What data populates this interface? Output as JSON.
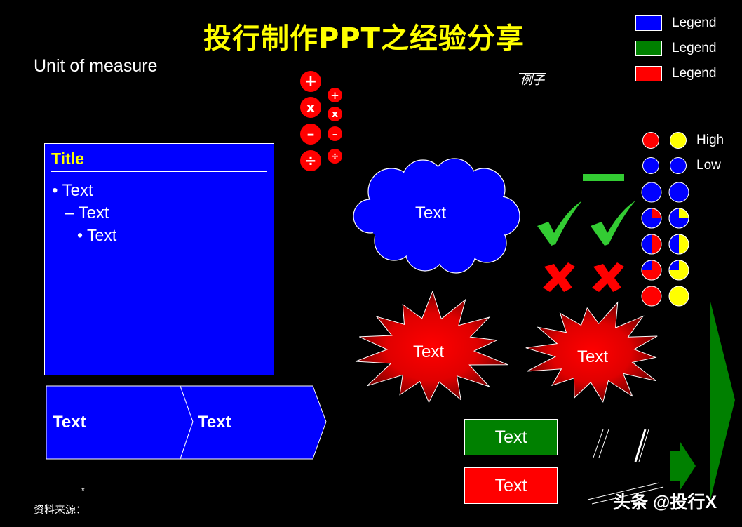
{
  "page": {
    "title": "投行制作PPT之经验分享",
    "unit_of_measure": "Unit of measure",
    "example_label": "例子",
    "source_label": "资料来源：",
    "source_marker": "*",
    "watermark": "头条 @投行X"
  },
  "legend": {
    "items": [
      {
        "label": "Legend",
        "color": "#0000ff"
      },
      {
        "label": "Legend",
        "color": "#008000"
      },
      {
        "label": "Legend",
        "color": "#ff0000"
      }
    ]
  },
  "operators": {
    "large": [
      "+",
      "x",
      "–",
      "÷"
    ],
    "small": [
      "+",
      "x",
      "–",
      "÷"
    ]
  },
  "text_box": {
    "title": "Title",
    "bullet1": "• Text",
    "bullet2": "– Text",
    "bullet3": "• Text"
  },
  "chevrons": {
    "first": "Text",
    "second": "Text"
  },
  "cloud": {
    "label": "Text"
  },
  "bursts": {
    "left": "Text",
    "right": "Text"
  },
  "status_legend": {
    "high": "High",
    "low": "Low"
  },
  "harvey": {
    "red_fills": [
      1,
      0,
      0,
      0.25,
      0.5,
      0.75,
      1
    ],
    "yellow_fills": [
      1,
      0,
      0,
      0.25,
      0.5,
      0.75,
      1
    ]
  },
  "buttons": {
    "green": "Text",
    "red": "Text"
  },
  "colors": {
    "blue": "#0000ff",
    "green": "#008000",
    "red": "#ff0000",
    "yellow": "#ffff00",
    "check": "#33cc33",
    "cross": "#ff0000"
  }
}
